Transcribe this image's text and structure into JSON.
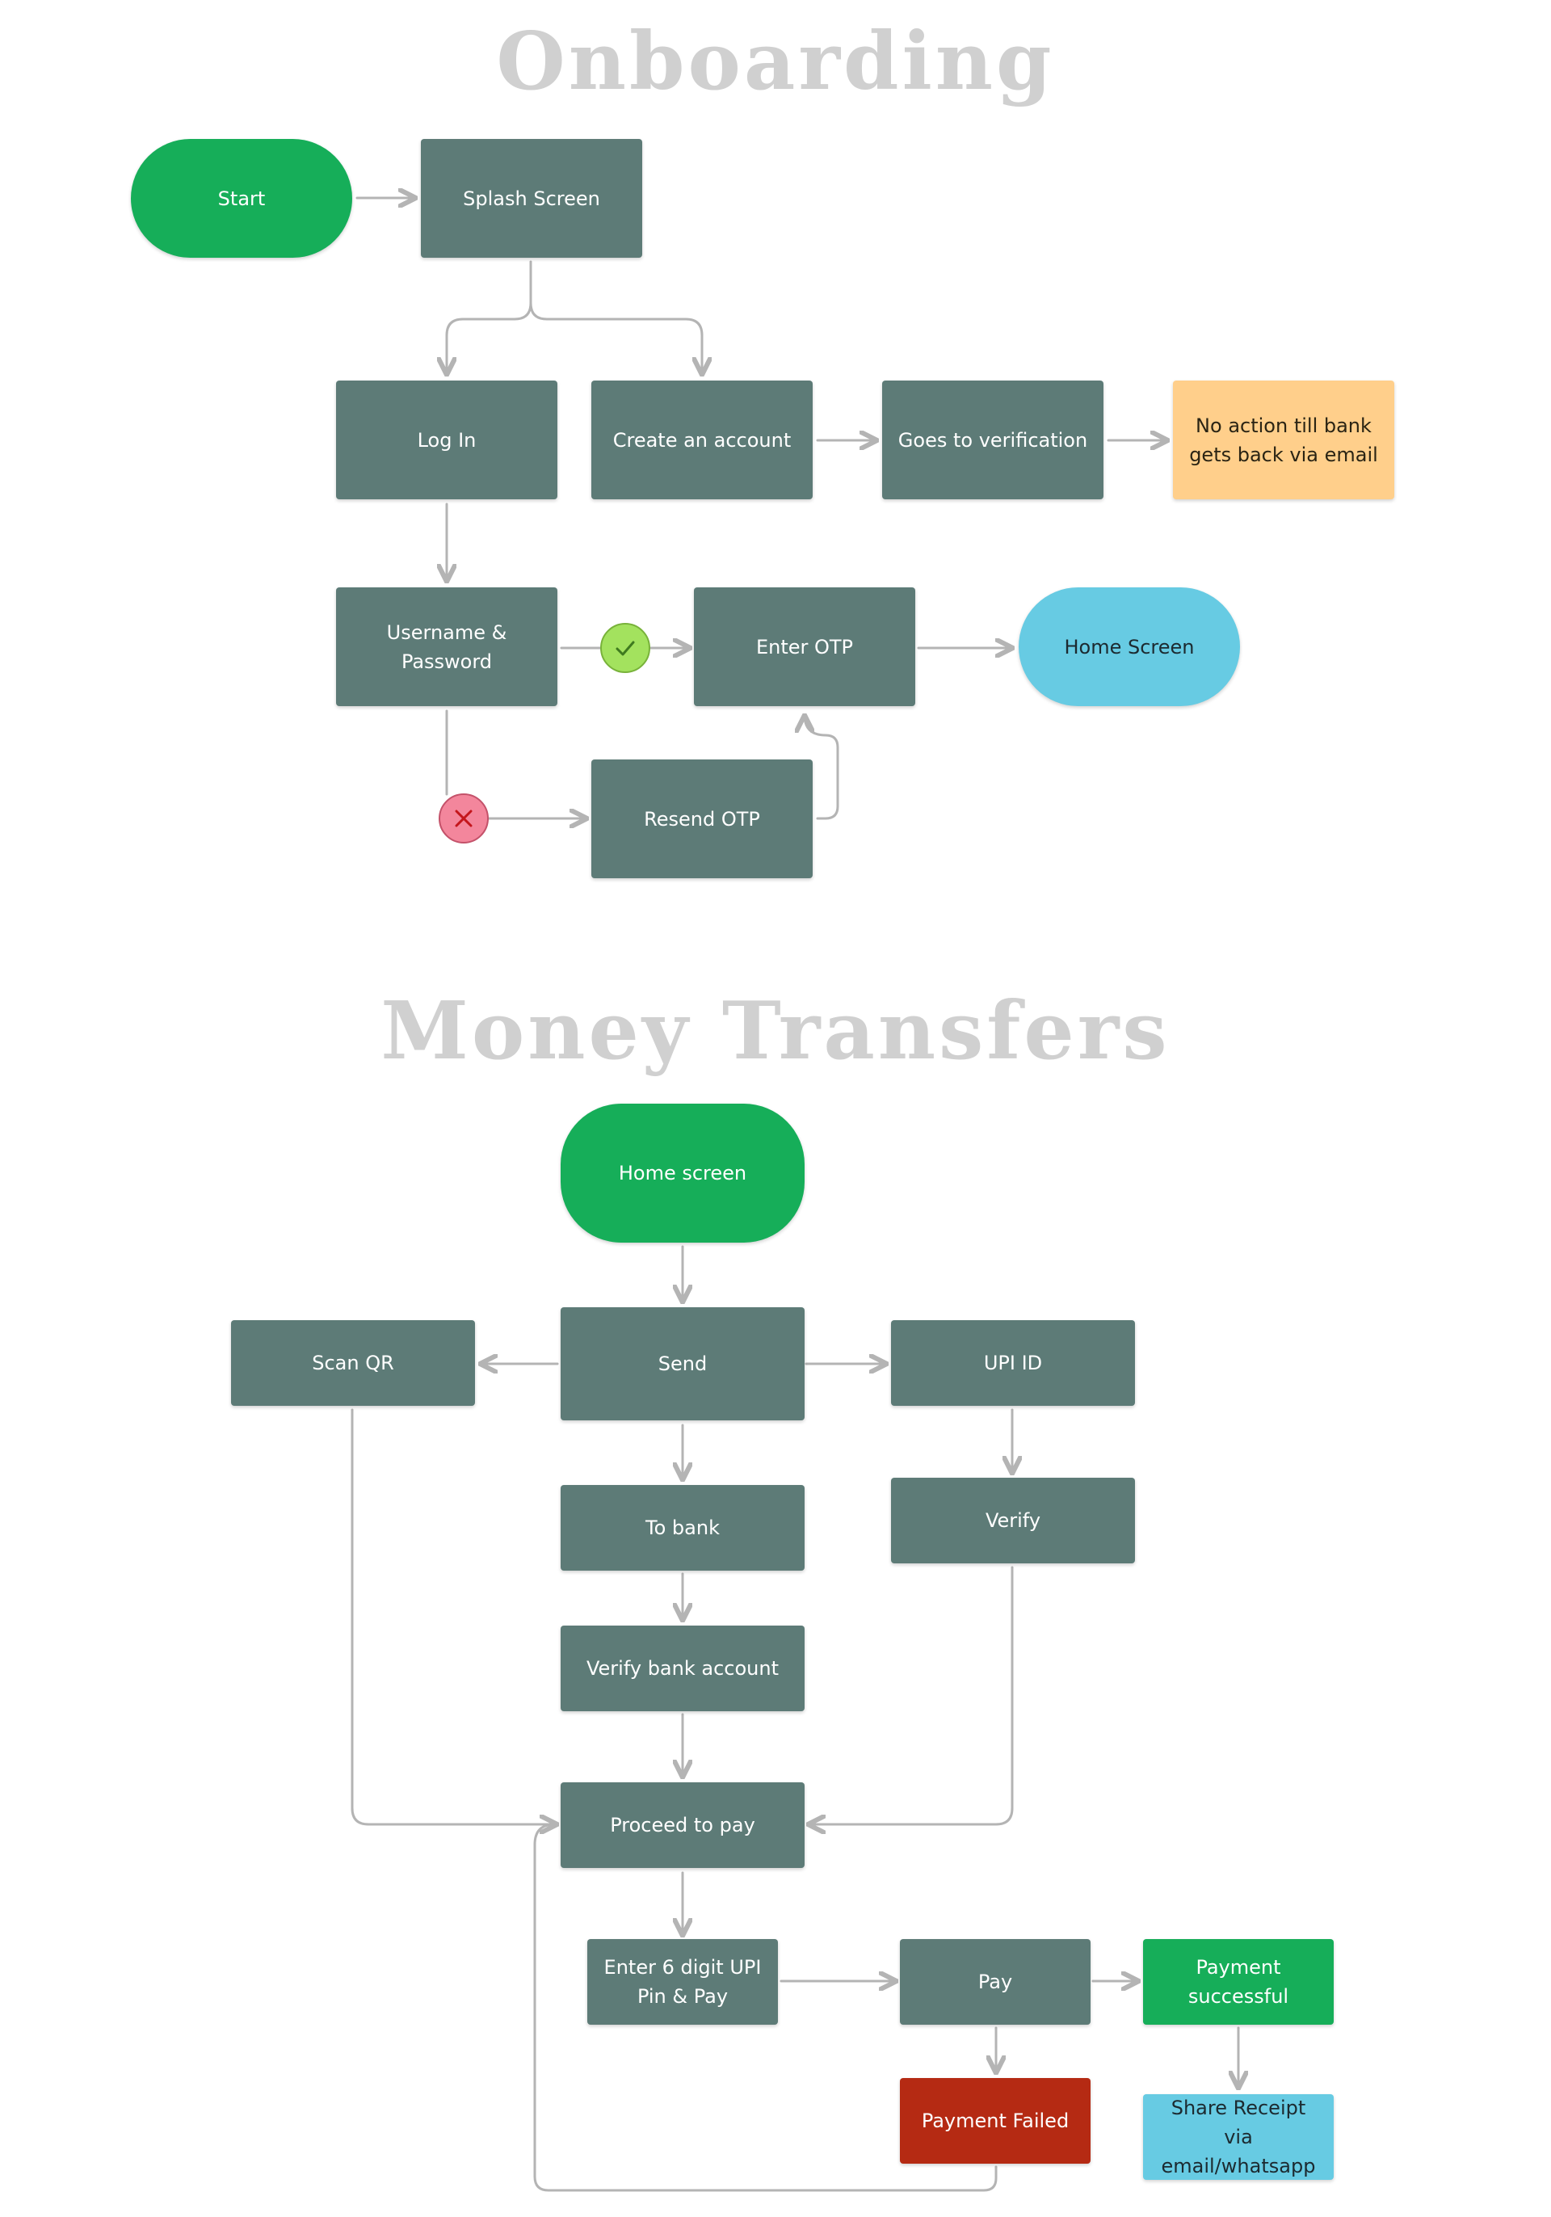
{
  "sections": {
    "onboarding_title": "Onboarding",
    "money_transfers_title": "Money Transfers"
  },
  "onboarding": {
    "start": "Start",
    "splash_screen": "Splash Screen",
    "log_in": "Log In",
    "create_account": "Create an account",
    "goes_to_verification": "Goes to verification",
    "no_action_note": "No action till bank\ngets back via email",
    "username_password": "Username &\nPassword",
    "enter_otp": "Enter OTP",
    "home_screen": "Home Screen",
    "resend_otp": "Resend OTP"
  },
  "money_transfers": {
    "home_screen": "Home screen",
    "scan_qr": "Scan QR",
    "send": "Send",
    "upi_id": "UPI ID",
    "to_bank": "To bank",
    "verify": "Verify",
    "verify_bank_account": "Verify bank account",
    "proceed_to_pay": "Proceed to pay",
    "enter_upi_pin": "Enter 6 digit UPI\nPin & Pay",
    "pay": "Pay",
    "payment_successful": "Payment\nsuccessful",
    "payment_failed": "Payment Failed",
    "share_receipt": "Share Receipt via\nemail/whatsapp"
  },
  "icons": {
    "success_badge": "checkmark-icon",
    "error_badge": "cross-icon"
  },
  "colors": {
    "process": "#5d7b77",
    "start_green": "#16ae59",
    "end_blue": "#67cbe3",
    "note_orange": "#ffcf8b",
    "failed_red": "#b52a13",
    "connector": "#b4b4b4",
    "title_gray": "#d0d0d0"
  }
}
